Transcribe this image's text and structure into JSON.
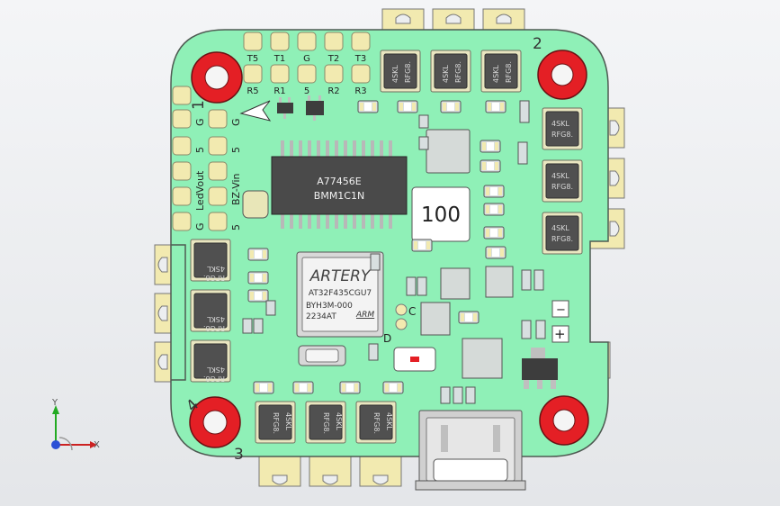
{
  "board": {
    "top_pads": [
      "T5",
      "T1",
      "G",
      "T2",
      "T3"
    ],
    "lower_pads": [
      "R5",
      "R1",
      "5",
      "R2",
      "R3"
    ],
    "side_labels": [
      "G",
      "G",
      "5",
      "5",
      "LedVout",
      "BZ-Vin",
      "G",
      "5"
    ],
    "mcu_chip": {
      "logo": "ARTERY",
      "line1": "AT32F435CGU7",
      "line2": "BYH3M-000",
      "line3": "2234AT",
      "line4": "ARM"
    },
    "driver_chip": {
      "line1": "A77456E",
      "line2": "BMM1C1N"
    },
    "inductor_label": "100",
    "mosfet_text": {
      "line1": "4SKL",
      "line2": "RFG8."
    },
    "corner_numbers": [
      "1",
      "2",
      "3",
      "4"
    ],
    "misc_labels": {
      "c": "C",
      "d": "D",
      "minus": "−",
      "plus": "+"
    }
  },
  "axes": {
    "x": "X",
    "y": "Y"
  },
  "colors": {
    "board": "#8ff0b7",
    "pad": "#f2eab0",
    "ring": "#e41f25",
    "chip": "#4c4c4c"
  }
}
